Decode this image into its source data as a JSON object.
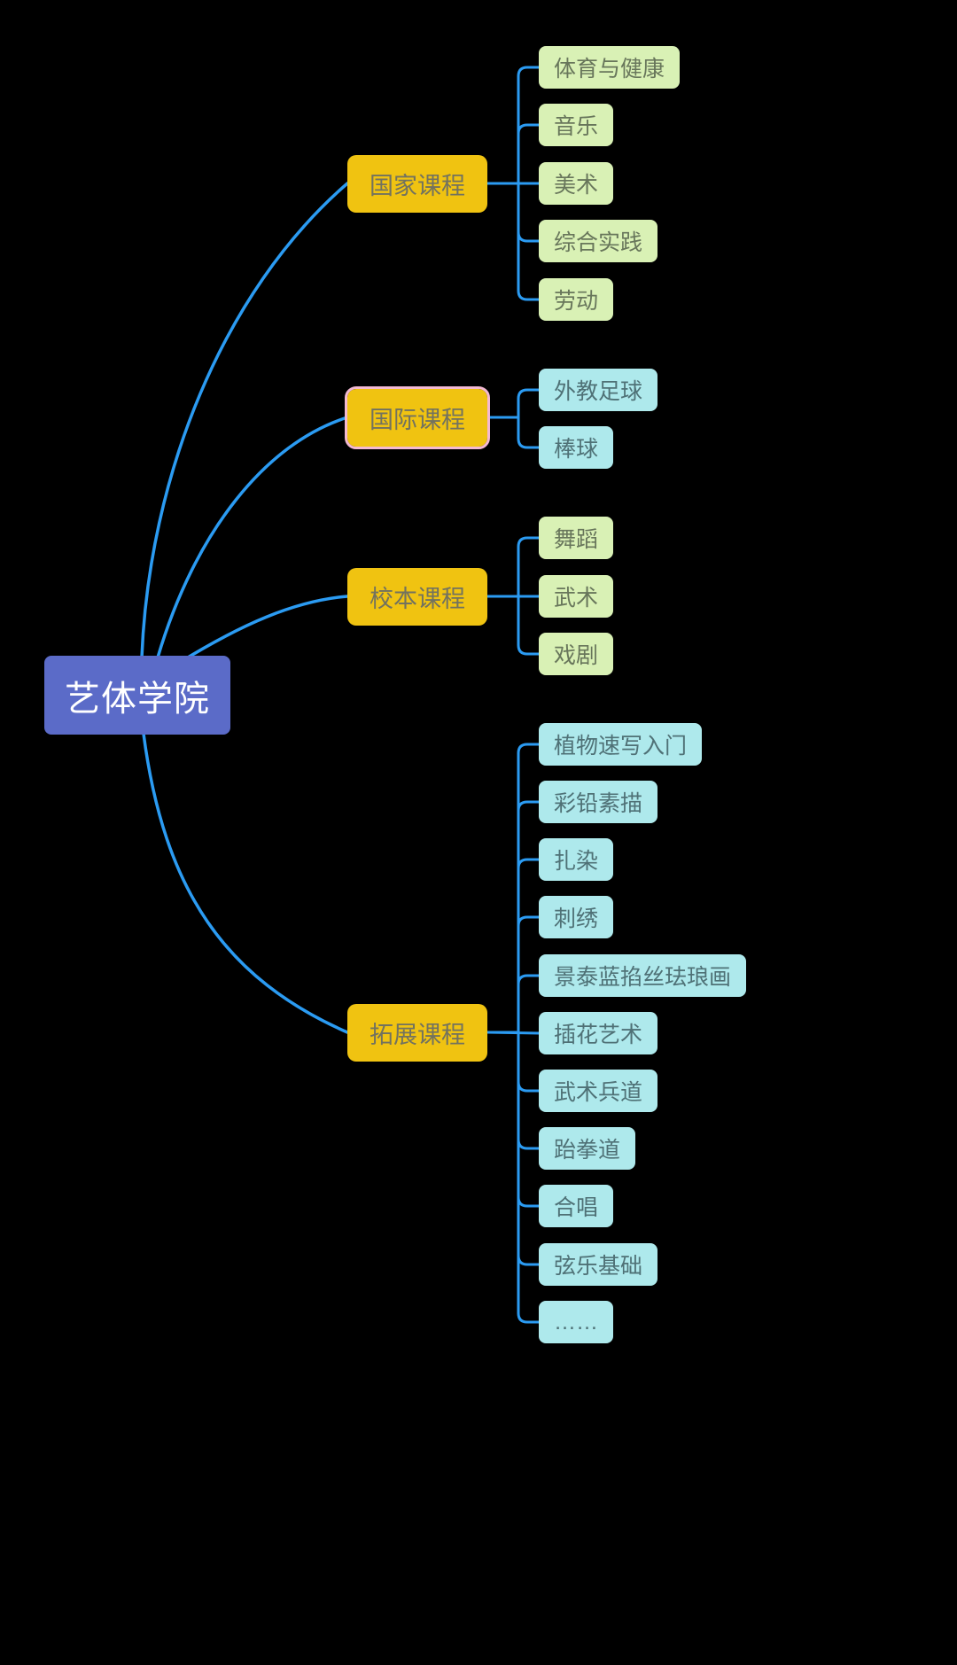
{
  "root": {
    "label": "艺体学院"
  },
  "branches": [
    {
      "label": "国家课程",
      "children": [
        "体育与健康",
        "音乐",
        "美术",
        "综合实践",
        "劳动"
      ]
    },
    {
      "label": "国际课程",
      "children": [
        "外教足球",
        "棒球"
      ]
    },
    {
      "label": "校本课程",
      "children": [
        "舞蹈",
        "武术",
        "戏剧"
      ]
    },
    {
      "label": "拓展课程",
      "children": [
        "植物速写入门",
        "彩铅素描",
        "扎染",
        "刺绣",
        "景泰蓝掐丝珐琅画",
        "插花艺术",
        "武术兵道",
        "跆拳道",
        "合唱",
        "弦乐基础",
        "……"
      ]
    }
  ],
  "colors": {
    "background": "#000000",
    "connector_line": "#2b9bf2",
    "root_background": "#5b6bc8",
    "root_text": "#ffffff",
    "branch_background": "#f0c311",
    "branch_text": "#72725f",
    "branch_selected_outline": "#f3b9d2",
    "leaf_green_background": "#d9f1b5",
    "leaf_green_text": "#68765b",
    "leaf_cyan_background": "#aee9ec",
    "leaf_cyan_text": "#4f7176"
  }
}
